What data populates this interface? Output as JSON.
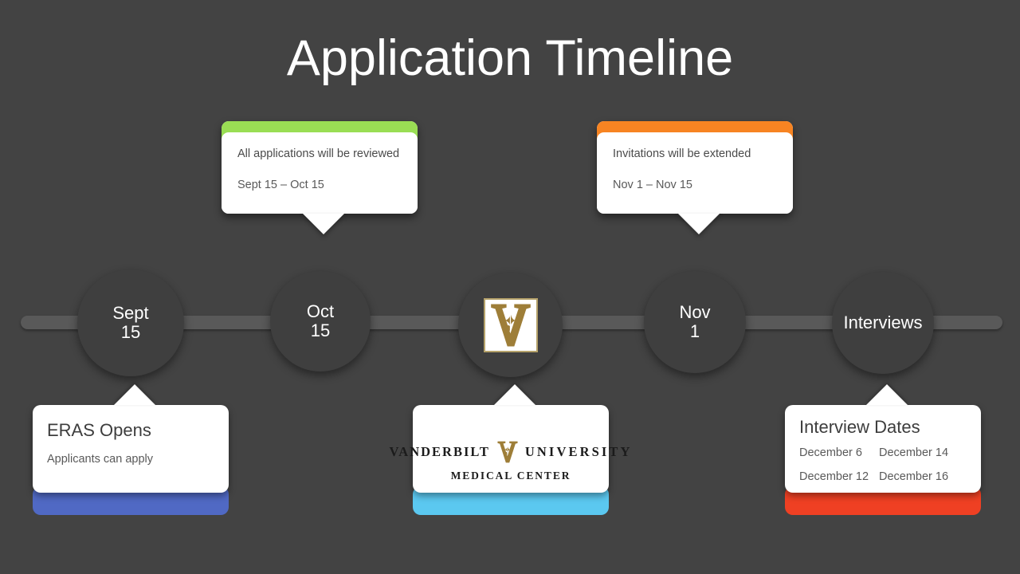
{
  "slide": {
    "title": "Application Timeline",
    "background_color": "#434343",
    "track_color": "#595959",
    "node_color": "#3f3f3f"
  },
  "timeline": {
    "nodes": [
      {
        "name": "node-sept-15",
        "line1": "Sept",
        "line2": "15"
      },
      {
        "name": "node-oct-15",
        "line1": "Oct",
        "line2": "15"
      },
      {
        "name": "node-logo",
        "line1": "",
        "line2": ""
      },
      {
        "name": "node-nov-1",
        "line1": "Nov",
        "line2": "1"
      },
      {
        "name": "node-interviews",
        "line1": "Interviews",
        "line2": ""
      }
    ]
  },
  "callouts": [
    {
      "name": "callout-applications-reviewed",
      "bar_color": "#9ade54",
      "line1": "All applications will be reviewed",
      "line2": "Sept 15 – Oct 15"
    },
    {
      "name": "callout-invitations-extended",
      "bar_color": "#f78422",
      "line1": "Invitations  will  be extended",
      "line2": "Nov 1 – Nov 15"
    }
  ],
  "cards": {
    "eras": {
      "heading": "ERAS Opens",
      "sub": "Applicants can apply",
      "strip_color": "#5069c4"
    },
    "logo": {
      "strip_color": "#5bc8f0",
      "wordmark_left": "VANDERBILT",
      "wordmark_right": "UNIVERSITY",
      "wordmark_bottom": "MEDICAL CENTER",
      "v_color": "#9e7e38"
    },
    "interviews": {
      "heading": "Interview Dates",
      "strip_color": "#ef4023",
      "dates": [
        {
          "left": "December 6",
          "right": "December 14"
        },
        {
          "left": "December 12",
          "right": "December 16"
        }
      ]
    }
  }
}
